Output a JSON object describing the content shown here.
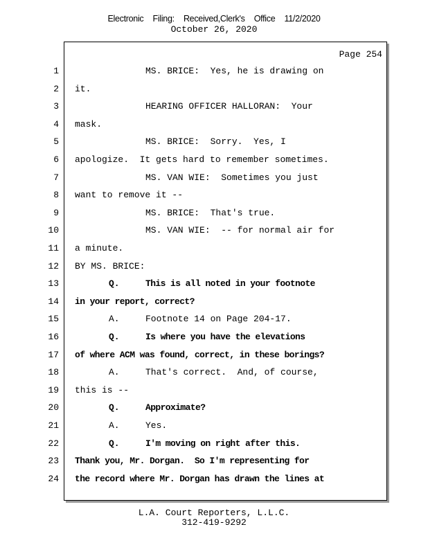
{
  "header": {
    "filing": "Electronic Filing: Received,Clerk's Office 11/2/2020",
    "date": "October 26, 2020"
  },
  "page_label": "Page 254",
  "lines": [
    {
      "num": "1",
      "label": "",
      "text": "MS. BRICE:  Yes, he is drawing on",
      "indent": "speaker",
      "bold": false
    },
    {
      "num": "2",
      "label": "",
      "text": "it.",
      "indent": "none",
      "bold": false
    },
    {
      "num": "3",
      "label": "",
      "text": "HEARING OFFICER HALLORAN:  Your",
      "indent": "speaker",
      "bold": false
    },
    {
      "num": "4",
      "label": "",
      "text": "mask.",
      "indent": "none",
      "bold": false
    },
    {
      "num": "5",
      "label": "",
      "text": "MS. BRICE:  Sorry.  Yes, I",
      "indent": "speaker",
      "bold": false
    },
    {
      "num": "6",
      "label": "",
      "text": "apologize.  It gets hard to remember sometimes.",
      "indent": "none",
      "bold": false
    },
    {
      "num": "7",
      "label": "",
      "text": "MS. VAN WIE:  Sometimes you just",
      "indent": "speaker",
      "bold": false
    },
    {
      "num": "8",
      "label": "",
      "text": "want to remove it --",
      "indent": "none",
      "bold": false
    },
    {
      "num": "9",
      "label": "",
      "text": "MS. BRICE:  That's true.",
      "indent": "speaker",
      "bold": false
    },
    {
      "num": "10",
      "label": "",
      "text": "MS. VAN WIE:  -- for normal air for",
      "indent": "speaker",
      "bold": false
    },
    {
      "num": "11",
      "label": "",
      "text": "a minute.",
      "indent": "none",
      "bold": false
    },
    {
      "num": "12",
      "label": "",
      "text": "BY MS. BRICE:",
      "indent": "none",
      "bold": false
    },
    {
      "num": "13",
      "label": "Q.",
      "text": "This is all noted in your footnote",
      "indent": "qa",
      "bold": true
    },
    {
      "num": "14",
      "label": "",
      "text": "in your report, correct?",
      "indent": "none",
      "bold": true
    },
    {
      "num": "15",
      "label": "A.",
      "text": "Footnote 14 on Page 204-17.",
      "indent": "qa",
      "bold": false
    },
    {
      "num": "16",
      "label": "Q.",
      "text": "Is where you have the elevations",
      "indent": "qa",
      "bold": true
    },
    {
      "num": "17",
      "label": "",
      "text": "of where ACM was found, correct, in these borings?",
      "indent": "none",
      "bold": true
    },
    {
      "num": "18",
      "label": "A.",
      "text": "That's correct.  And, of course,",
      "indent": "qa",
      "bold": false
    },
    {
      "num": "19",
      "label": "",
      "text": "this is --",
      "indent": "none",
      "bold": false
    },
    {
      "num": "20",
      "label": "Q.",
      "text": "Approximate?",
      "indent": "qa",
      "bold": true
    },
    {
      "num": "21",
      "label": "A.",
      "text": "Yes.",
      "indent": "qa",
      "bold": false
    },
    {
      "num": "22",
      "label": "Q.",
      "text": "I'm moving on right after this.",
      "indent": "qa",
      "bold": true
    },
    {
      "num": "23",
      "label": "",
      "text": "Thank you, Mr. Dorgan.  So I'm representing for",
      "indent": "none",
      "bold": true
    },
    {
      "num": "24",
      "label": "",
      "text": "the record where Mr. Dorgan has drawn the lines at",
      "indent": "none",
      "bold": true
    }
  ],
  "footer": {
    "company": "L.A. Court Reporters, L.L.C.",
    "phone": "312-419-9292"
  }
}
